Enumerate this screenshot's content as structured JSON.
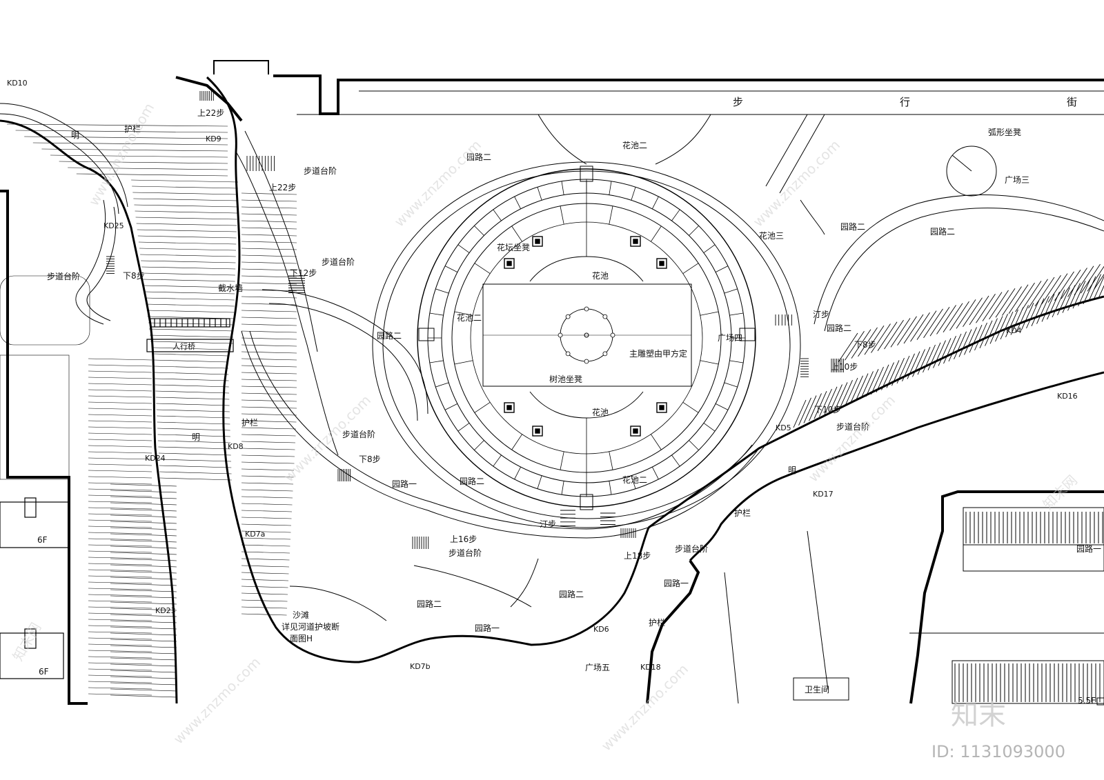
{
  "street": {
    "chars": [
      "步",
      "行",
      "街"
    ]
  },
  "labels": {
    "kd10": "KD10",
    "kd9": "KD9",
    "kd25": "KD25",
    "kd24": "KD24",
    "kd23": "KD23",
    "kd8": "KD8",
    "kd7a": "KD7a",
    "kd7b": "KD7b",
    "kd6": "KD6",
    "kd18": "KD18",
    "kd5": "KD5",
    "kd17": "KD17",
    "kd16": "KD16",
    "kd4": "KD4",
    "ming1": "明",
    "ming2": "明",
    "ming3": "明",
    "rail_top": "护栏",
    "rail_mid": "护栏",
    "rail_right": "护栏",
    "rail_bottom": "护栏",
    "up22": "上22步",
    "down22": "上22步",
    "steps_a": "步道台阶",
    "steps_b": "步道台阶",
    "steps_c": "步道台阶",
    "steps_d": "步道台阶",
    "steps_e": "步道台阶",
    "steps_f": "步道台阶",
    "steps_g": "步道台阶",
    "down8_left": "下8步",
    "down12": "下12步",
    "weir": "截水墙",
    "bridge": "人行桥",
    "road2_a": "园路二",
    "road2_b": "园路二",
    "road2_c": "园路二",
    "road2_d": "园路二",
    "road2_e": "园路二",
    "road2_f": "园路二",
    "road2_g": "园路二",
    "road2_h": "园路二",
    "road1_a": "园路一",
    "road1_b": "园路一",
    "road1_c": "园路一",
    "road1_d": "园路一",
    "flowerpool2_top": "花池二",
    "flowerpool2_left": "花池二",
    "flowerpool2_bottom": "花池二",
    "flowerpool3": "花池三",
    "bench_flower": "花坛坐凳",
    "bench_tree": "树池坐凳",
    "pool_top": "花池",
    "pool_bottom": "花池",
    "sculpture": "主雕塑由甲方定",
    "plaza4": "广场四",
    "plaza3": "广场三",
    "plaza5": "广场五",
    "arc_bench": "弧形坐凳",
    "stepstone_a": "汀步",
    "stepstone_b": "汀步",
    "down8_right": "下8步",
    "up10": "上10步",
    "down10": "下10步",
    "down8_mid": "下8步",
    "up16": "上16步",
    "up18": "上18步",
    "beach": "沙滩",
    "beach_note1": "详见河道护坡断",
    "beach_note2": "面图H",
    "toilet": "卫生间",
    "f6a": "6F",
    "f6b": "6F",
    "f55": "5.5F"
  },
  "watermark": {
    "brand": "知末",
    "site": "www.znzmo.com",
    "site_cn": "知末网",
    "id": "ID: 1131093000"
  }
}
